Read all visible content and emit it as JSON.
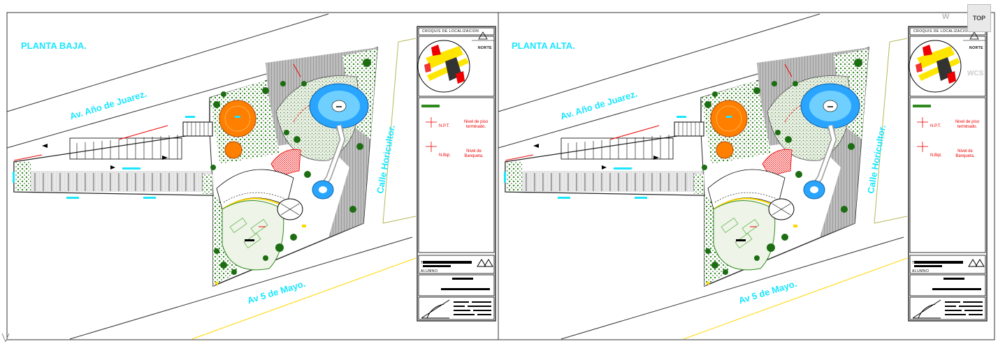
{
  "sheets": [
    {
      "title": "PLANTA BAJA.",
      "streets": {
        "north": "Av. Año de Juarez.",
        "east": "Calle Horicultor.",
        "south": "Av 5 de Mayo."
      },
      "titleblock": {
        "location_header": "CROQUIS DE LOCALIZACION",
        "north_label": "NORTE",
        "legend": [
          {
            "code": "N.P.T.",
            "text": "Nivel de piso terminado."
          },
          {
            "code": "N.Bqt.",
            "text": "Nivel de Banqueta."
          }
        ],
        "trimestre": "TRIMESTRE",
        "alumno": "ALUMNO"
      }
    },
    {
      "title": "PLANTA ALTA.",
      "streets": {
        "north": "Av. Año de Juarez.",
        "east": "Calle Horicultor.",
        "south": "Av 5 de Mayo."
      },
      "titleblock": {
        "location_header": "CROQUIS DE LOCALIZACION",
        "north_label": "NORTE",
        "legend": [
          {
            "code": "N.P.T.",
            "text": "Nivel de piso terminado."
          },
          {
            "code": "N.Bqt.",
            "text": "Nivel de Banqueta."
          }
        ],
        "trimestre": "TRIMESTRE",
        "alumno": "ALUMNO"
      }
    }
  ],
  "viewcube": {
    "top_label": "TOP",
    "compass_w": "W",
    "ucs_label": "WCS"
  },
  "colors": {
    "label_cyan": "#19e6ff",
    "vegetation_green": "#2f8a1e",
    "orange": "#ff7f00",
    "water_blue": "#2aa5ff",
    "red": "#e00000",
    "yellow": "#ffff00"
  }
}
